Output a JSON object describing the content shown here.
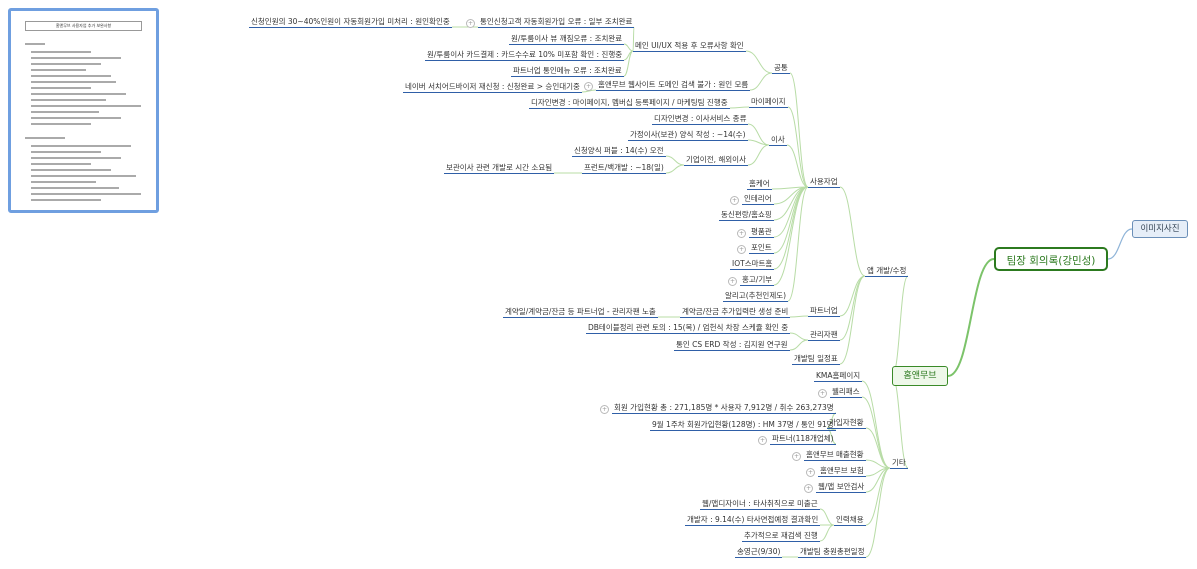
{
  "root": "팀장 회의록(강민성)",
  "side": "이미지사진",
  "main": "홈앤무브",
  "thumbnail": {
    "title": "홈앤무브 사용자업 추가 보완사항"
  },
  "nodes": {
    "app": "앱 개발/수정",
    "etc": "기타",
    "sayong": "사용자업",
    "gongtong": "공통",
    "mypage": "마이페이지",
    "isa": "이사",
    "hc": "홈케어",
    "interior": "인테리어",
    "remodel": "동신편랑/홈쇼핑",
    "pyeong": "평품관",
    "point": "포인트",
    "iot": "IOT스마트홈",
    "ad": "홍고/기부",
    "alarm": "알리고(추천인제도)",
    "partner": "파트너업",
    "manager": "관리자팬",
    "devteam": "개발팀 일정표",
    "kma": "KMA홈페이지",
    "wellness": "웰리패스",
    "joinstat": "가입자현황",
    "sales": "홈앤무브 매출현황",
    "insure": "홈앤무브 보험",
    "appweb": "웹/앱 보안검사",
    "hire": "인력채용",
    "devplan": "개발팀 충원총편일정",
    "ui": "메인 UI/UX 적용 후 오류사항 확인",
    "homesite": "홈앤무브 웹사이트 도메인 검색 불가 : 원인 모름",
    "idauto": "통인신청고객 자동회원가입 오류 : 일부 조치완료",
    "idauto_c": "신청인원의 30~40%인원이 자동회원가입 미처리 : 원인확인중",
    "ui1": "원/투룸이사 뷰 깨짐오류 : 조치완료",
    "ui2": "원/투룸이사 카드결제 : 카드수수료 10% 미포함 확인 : 진행중",
    "ui3": "파트너업 통인메뉴 오류 : 조치완료",
    "naver": "네이버 서치어드바이저 재신청 : 신청완료 > 승인대기중",
    "mp1": "디자인변경 : 마이페이지, 멤버십 등록페이지 / 마케팅팀 진행중",
    "isa1": "디자인변경 : 이사서비스 종류",
    "isa2": "가정이사(보관) 양식 작성 : ~14(수)",
    "isa3": "기업이전, 해외이사",
    "isa3a": "신청양식 퍼블 : 14(수) 오전",
    "isa3b": "프런트/백개발 : ~18(일)",
    "isa3c": "보관이사 관련 개발로 시간 소요됨",
    "part1": "계약금/잔금 추가입력란 생성 준비",
    "part1c": "계약일/계약금/잔금 등 파트너업 - 관리자팬 노출",
    "mgr1": "DB테이블정리 관련 토의 : 15(목) / 엄헌식 차장 스케쥴 확인 중",
    "mgr2": "통인 CS ERD 작성 : 김지원 연구원",
    "js1": "회원 가입현황 총 : 271,185명 * 사용자 7,912명 / 취수 263,273명",
    "js2": "9월 1주차 회원가입현황(128명) : HM 37명 / 통인 91명",
    "js3": "파트너(118개업체)",
    "hire1": "웹/앱디자이너 : 타사취직으로 미출근",
    "hire2": "개발자 : 9.14(수) 타사면접예정 결과확인",
    "hire3": "추가적으로 재검색 진행",
    "dev1": "송영근(9/30)"
  }
}
